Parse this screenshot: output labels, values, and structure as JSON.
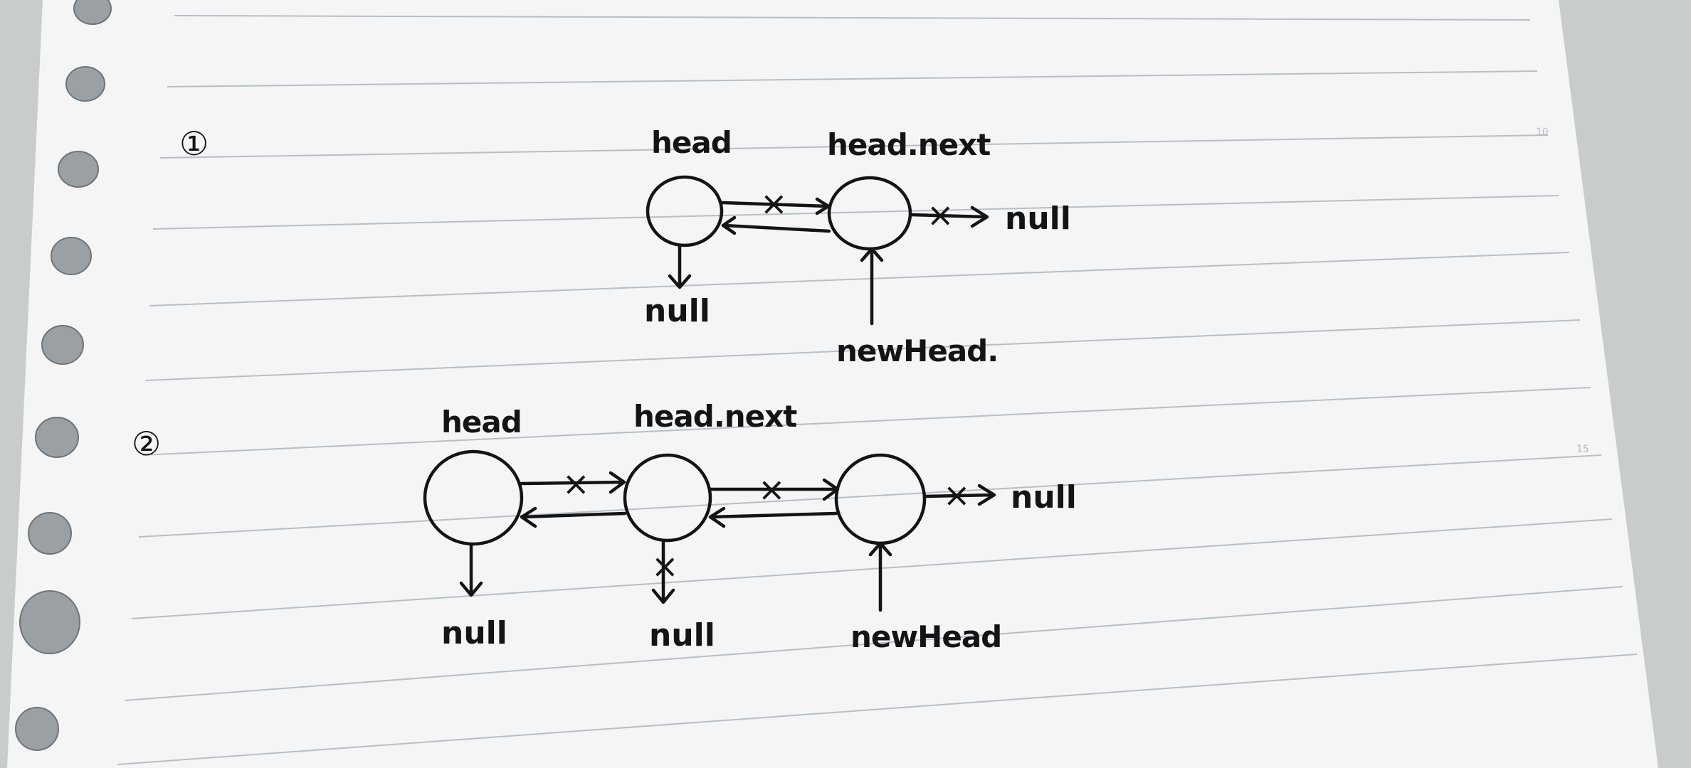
{
  "colors": {
    "ink": "#141414",
    "paper": "#f4f5f4",
    "rule": "#b6bfc7",
    "background": "#c9cccd"
  },
  "page_numbers": [
    "10",
    "15"
  ],
  "diagram1": {
    "marker": "①",
    "head_label": "head",
    "next_label": "head.next",
    "null_right": "null",
    "null_below": "null",
    "newhead_label": "newHead.",
    "cross_mark": "×"
  },
  "diagram2": {
    "marker": "②",
    "head_label": "head",
    "next_label": "head.next",
    "null_right": "null",
    "null_below_1": "null",
    "null_below_2": "null",
    "newhead_label": "newHead",
    "cross_mark": "×"
  }
}
